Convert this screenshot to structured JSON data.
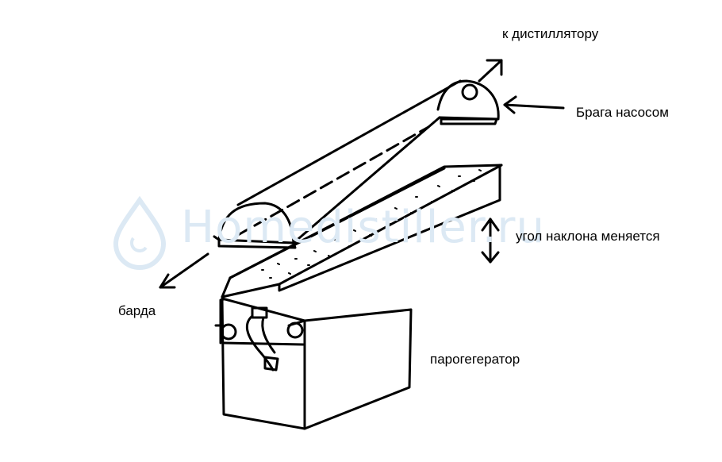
{
  "labels": {
    "to_distiller": "к дистиллятору",
    "mash_pump": "Брага насосом",
    "tilt_angle": "угол наклона меняется",
    "stillage": "барда",
    "steam_generator": "парогегератор"
  },
  "watermark": {
    "text": "Homedistiller.ru",
    "color": "#dce9f4"
  },
  "colors": {
    "ink": "#000000",
    "background": "#ffffff"
  }
}
